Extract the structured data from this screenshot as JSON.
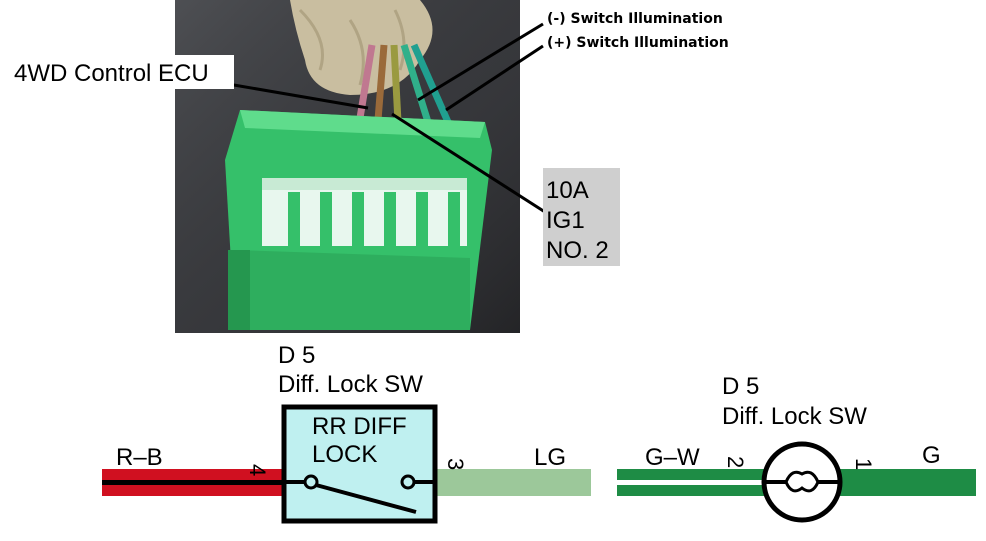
{
  "photo_labels": {
    "ecu": "4WD Control ECU",
    "neg_illum": "(-) Switch Illumination",
    "pos_illum": "(+) Switch Illumination",
    "fuse_line1": "10A",
    "fuse_line2": "IG1",
    "fuse_line3": "NO. 2"
  },
  "switch_left": {
    "code": "D 5",
    "name": "Diff.  Lock SW",
    "box_line1": "RR DIFF",
    "box_line2": "LOCK",
    "pin_left": "4",
    "pin_right": "3",
    "wire_left": "R–B",
    "wire_right": "LG"
  },
  "switch_right": {
    "code": "D 5",
    "name": "Diff.  Lock SW",
    "pin_left": "2",
    "pin_right": "1",
    "wire_left": "G–W",
    "wire_right": "G"
  },
  "colors": {
    "connector_green": "#35c06a",
    "wire_red": "#d01020",
    "wire_lg": "#9cc89a",
    "wire_g": "#1e8c45",
    "switch_fill": "#bff0f0",
    "fuse_box_bg": "#cfcfcf"
  }
}
